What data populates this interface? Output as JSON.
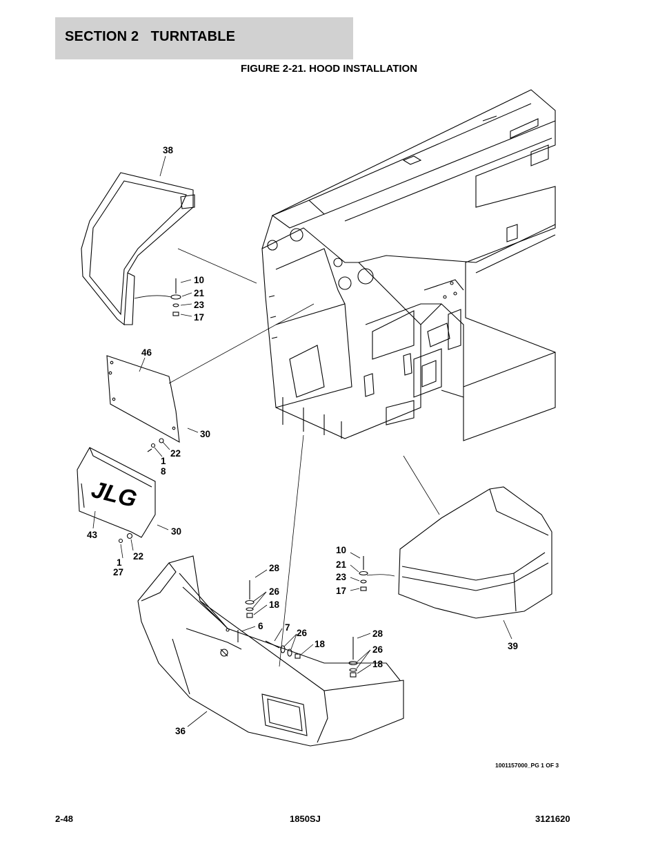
{
  "header": {
    "section": "SECTION 2",
    "title": "TURNTABLE"
  },
  "figure": {
    "title": "FIGURE 2-21. HOOD INSTALLATION"
  },
  "callouts": {
    "c38": "38",
    "c10a": "10",
    "c21a": "21",
    "c23a": "23",
    "c17a": "17",
    "c46": "46",
    "c30a": "30",
    "c22a": "22",
    "c1a": "1",
    "c8": "8",
    "c43": "43",
    "c30b": "30",
    "c22b": "22",
    "c1b": "1",
    "c27": "27",
    "c28a": "28",
    "c26a": "26",
    "c18a": "18",
    "c6": "6",
    "c7": "7",
    "c26b": "26",
    "c18b": "18",
    "c28b": "28",
    "c26c": "26",
    "c18c": "18",
    "c10b": "10",
    "c21b": "21",
    "c23b": "23",
    "c17b": "17",
    "c39": "39",
    "c36": "36"
  },
  "hood_logo": "JLG",
  "document_ref": "1001157000_PG 1 OF 3",
  "footer": {
    "page": "2-48",
    "model": "1850SJ",
    "manual_number": "3121620"
  }
}
